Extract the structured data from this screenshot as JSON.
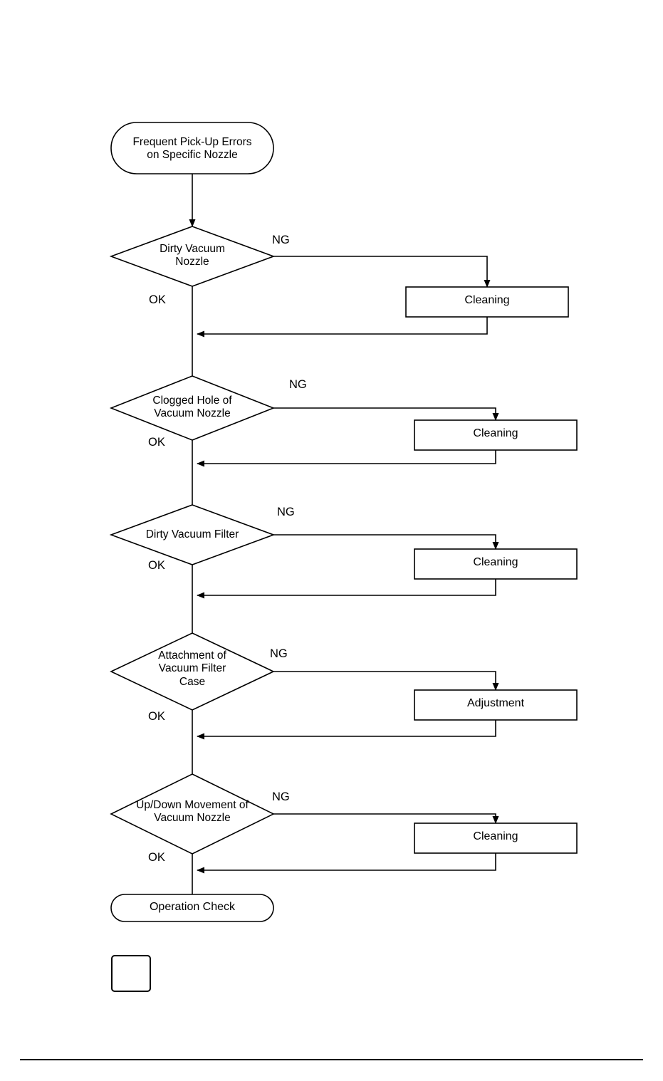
{
  "diagram": {
    "type": "flowchart",
    "title": "Frequent Pick-Up Errors on Specific Nozzle troubleshooting flow",
    "start": {
      "label": "Frequent Pick-Up Errors\non Specific Nozzle"
    },
    "end": {
      "label": "Operation Check"
    },
    "branch_labels": {
      "ng": "NG",
      "ok": "OK"
    },
    "steps": [
      {
        "decision": "Dirty Vacuum\nNozzle",
        "action": "Cleaning"
      },
      {
        "decision": "Clogged Hole of\nVacuum Nozzle",
        "action": "Cleaning"
      },
      {
        "decision": "Dirty Vacuum Filter",
        "action": "Cleaning"
      },
      {
        "decision": "Attachment of\nVacuum Filter\nCase",
        "action": "Adjustment"
      },
      {
        "decision": "Up/Down Movement of\nVacuum Nozzle",
        "action": "Cleaning"
      }
    ],
    "note_icon": "book-icon",
    "colors": {
      "line": "#000000",
      "fill": "#ffffff",
      "text": "#000000",
      "book_page": "#b8d8e8",
      "book_spine": "#d04030"
    }
  }
}
